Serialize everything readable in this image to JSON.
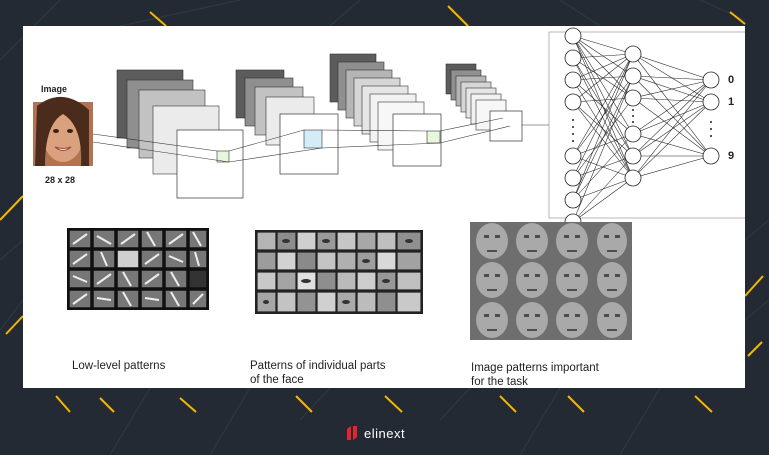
{
  "input": {
    "title": "Image",
    "size_label": "28 x 28"
  },
  "outputs": {
    "top": "0",
    "second": "1",
    "bottom": "9"
  },
  "captions": {
    "low": "Low-level patterns",
    "parts_line1": "Patterns of individual parts",
    "parts_line2": "of the face",
    "important_line1": "Image patterns important",
    "important_line2": "for the task"
  },
  "brand": {
    "name": "elinext"
  },
  "colors": {
    "background": "#232a33",
    "panel": "#ffffff",
    "accent": "#f5b700",
    "brand_red": "#e8242a"
  }
}
